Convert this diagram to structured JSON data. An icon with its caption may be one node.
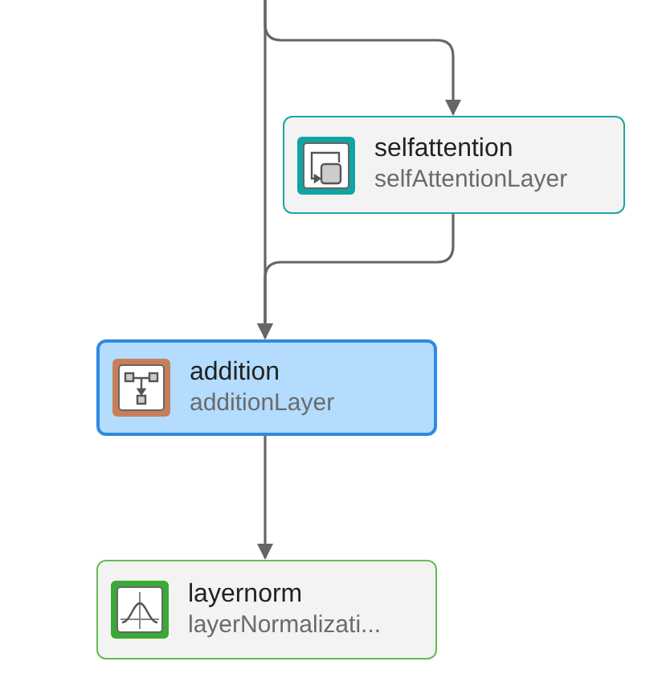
{
  "diagram": {
    "nodes": [
      {
        "text": [
          "selfattention",
          "selfAttentionLayer"
        ]
      },
      {
        "text": [
          "addition",
          "additionLayer"
        ]
      },
      {
        "text": [
          "layernorm",
          "layerNormalizati..."
        ]
      }
    ],
    "edges": [
      {
        "from": null,
        "to": 0,
        "arrow": "to"
      },
      {
        "from": null,
        "to": 1,
        "arrow": "to"
      },
      {
        "from": 0,
        "to": 1,
        "arrow": "to"
      },
      {
        "from": 1,
        "to": 2,
        "arrow": "to"
      }
    ]
  }
}
